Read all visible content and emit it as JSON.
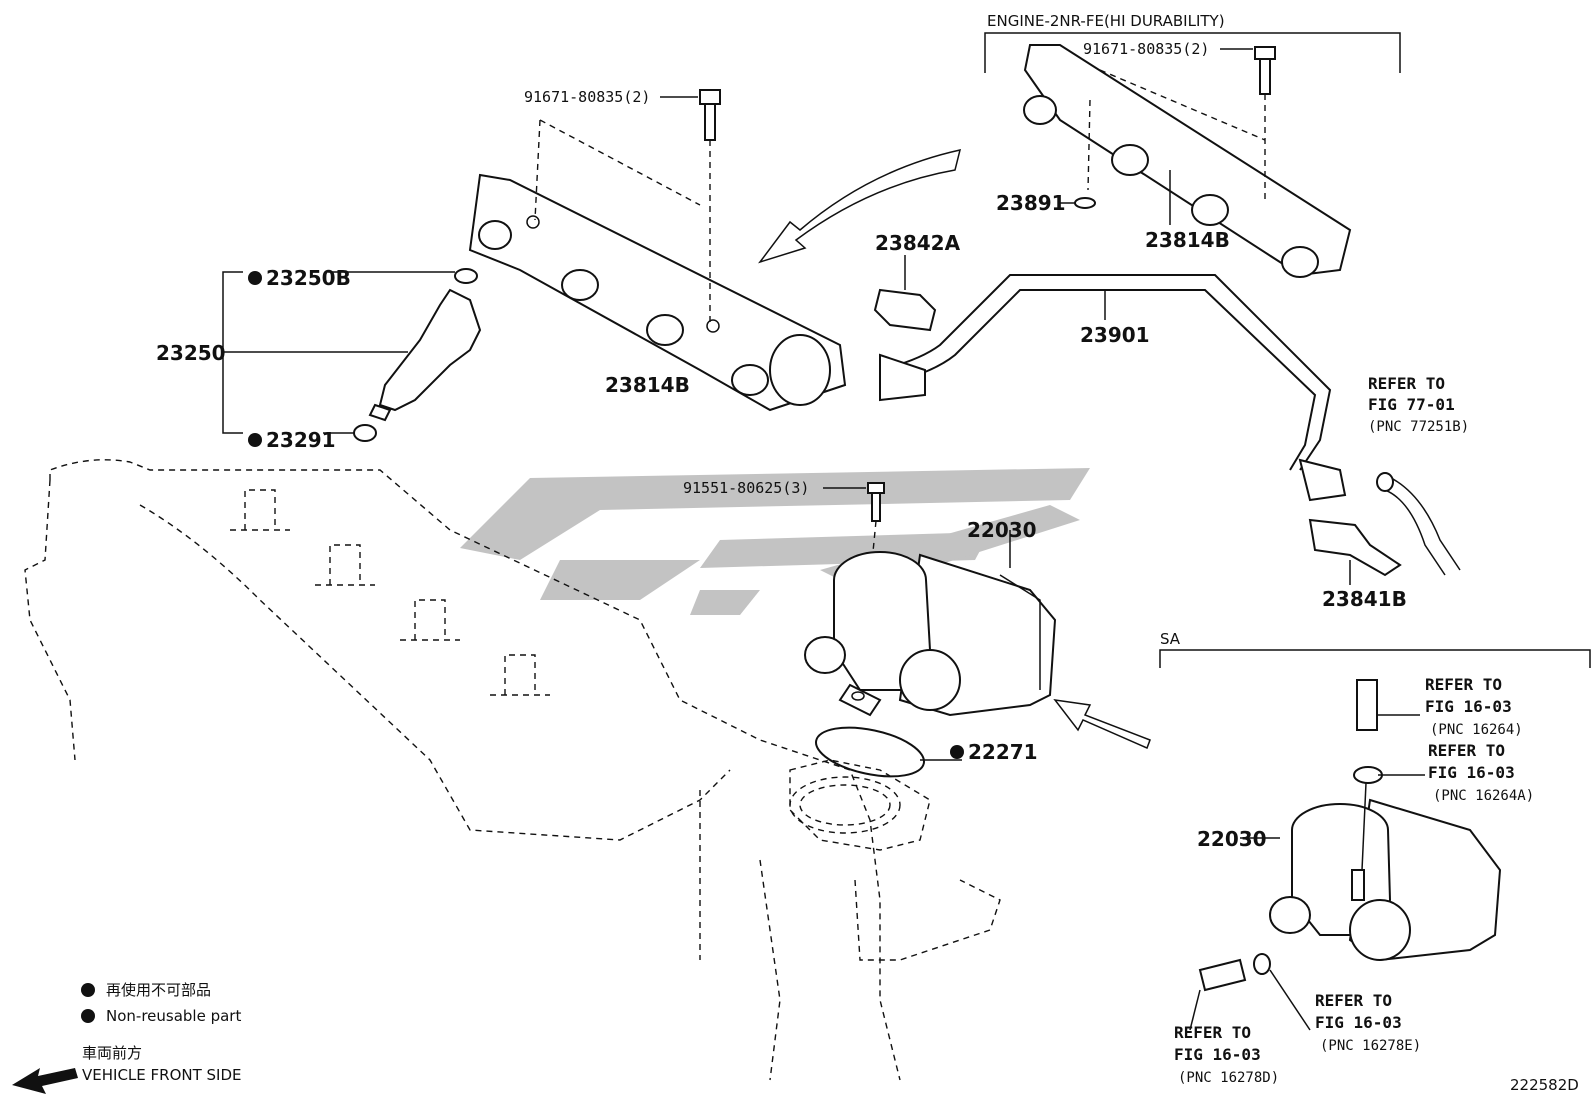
{
  "diagram_code": "222582D",
  "watermark": {
    "color": "#bdbdbd"
  },
  "variant_headers": {
    "engine": "ENGINE-2NR-FE(HI DURABILITY)",
    "sa": "SA"
  },
  "parts": {
    "bolt_top_left": "91671-80835(2)",
    "bolt_top_right": "91671-80835(2)",
    "bolt_throttle": "91551-80625(3)",
    "o_ring": "23250B",
    "injector": "23250",
    "insulator": "23291",
    "delivery_pipe_left": "23814B",
    "delivery_pipe_right": "23814B",
    "spacer": "23891",
    "clip_a": "23842A",
    "fuel_hose": "23901",
    "clip_b": "23841B",
    "throttle_body_main": "22030",
    "throttle_body_sa": "22030",
    "gasket": "22271"
  },
  "references": [
    {
      "line1": "REFER TO",
      "line2": "FIG 77-01",
      "pnc": "(PNC 77251B)"
    },
    {
      "line1": "REFER TO",
      "line2": "FIG 16-03",
      "pnc": "(PNC 16264)"
    },
    {
      "line1": "REFER TO",
      "line2": "FIG 16-03",
      "pnc": "(PNC 16264A)"
    },
    {
      "line1": "REFER TO",
      "line2": "FIG 16-03",
      "pnc": "(PNC 16278E)"
    },
    {
      "line1": "REFER TO",
      "line2": "FIG 16-03",
      "pnc": "(PNC 16278D)"
    }
  ],
  "legend": {
    "japanese": "再使用不可部品",
    "english": "Non-reusable part",
    "front_japanese": "車両前方",
    "front_english": "VEHICLE FRONT SIDE"
  }
}
